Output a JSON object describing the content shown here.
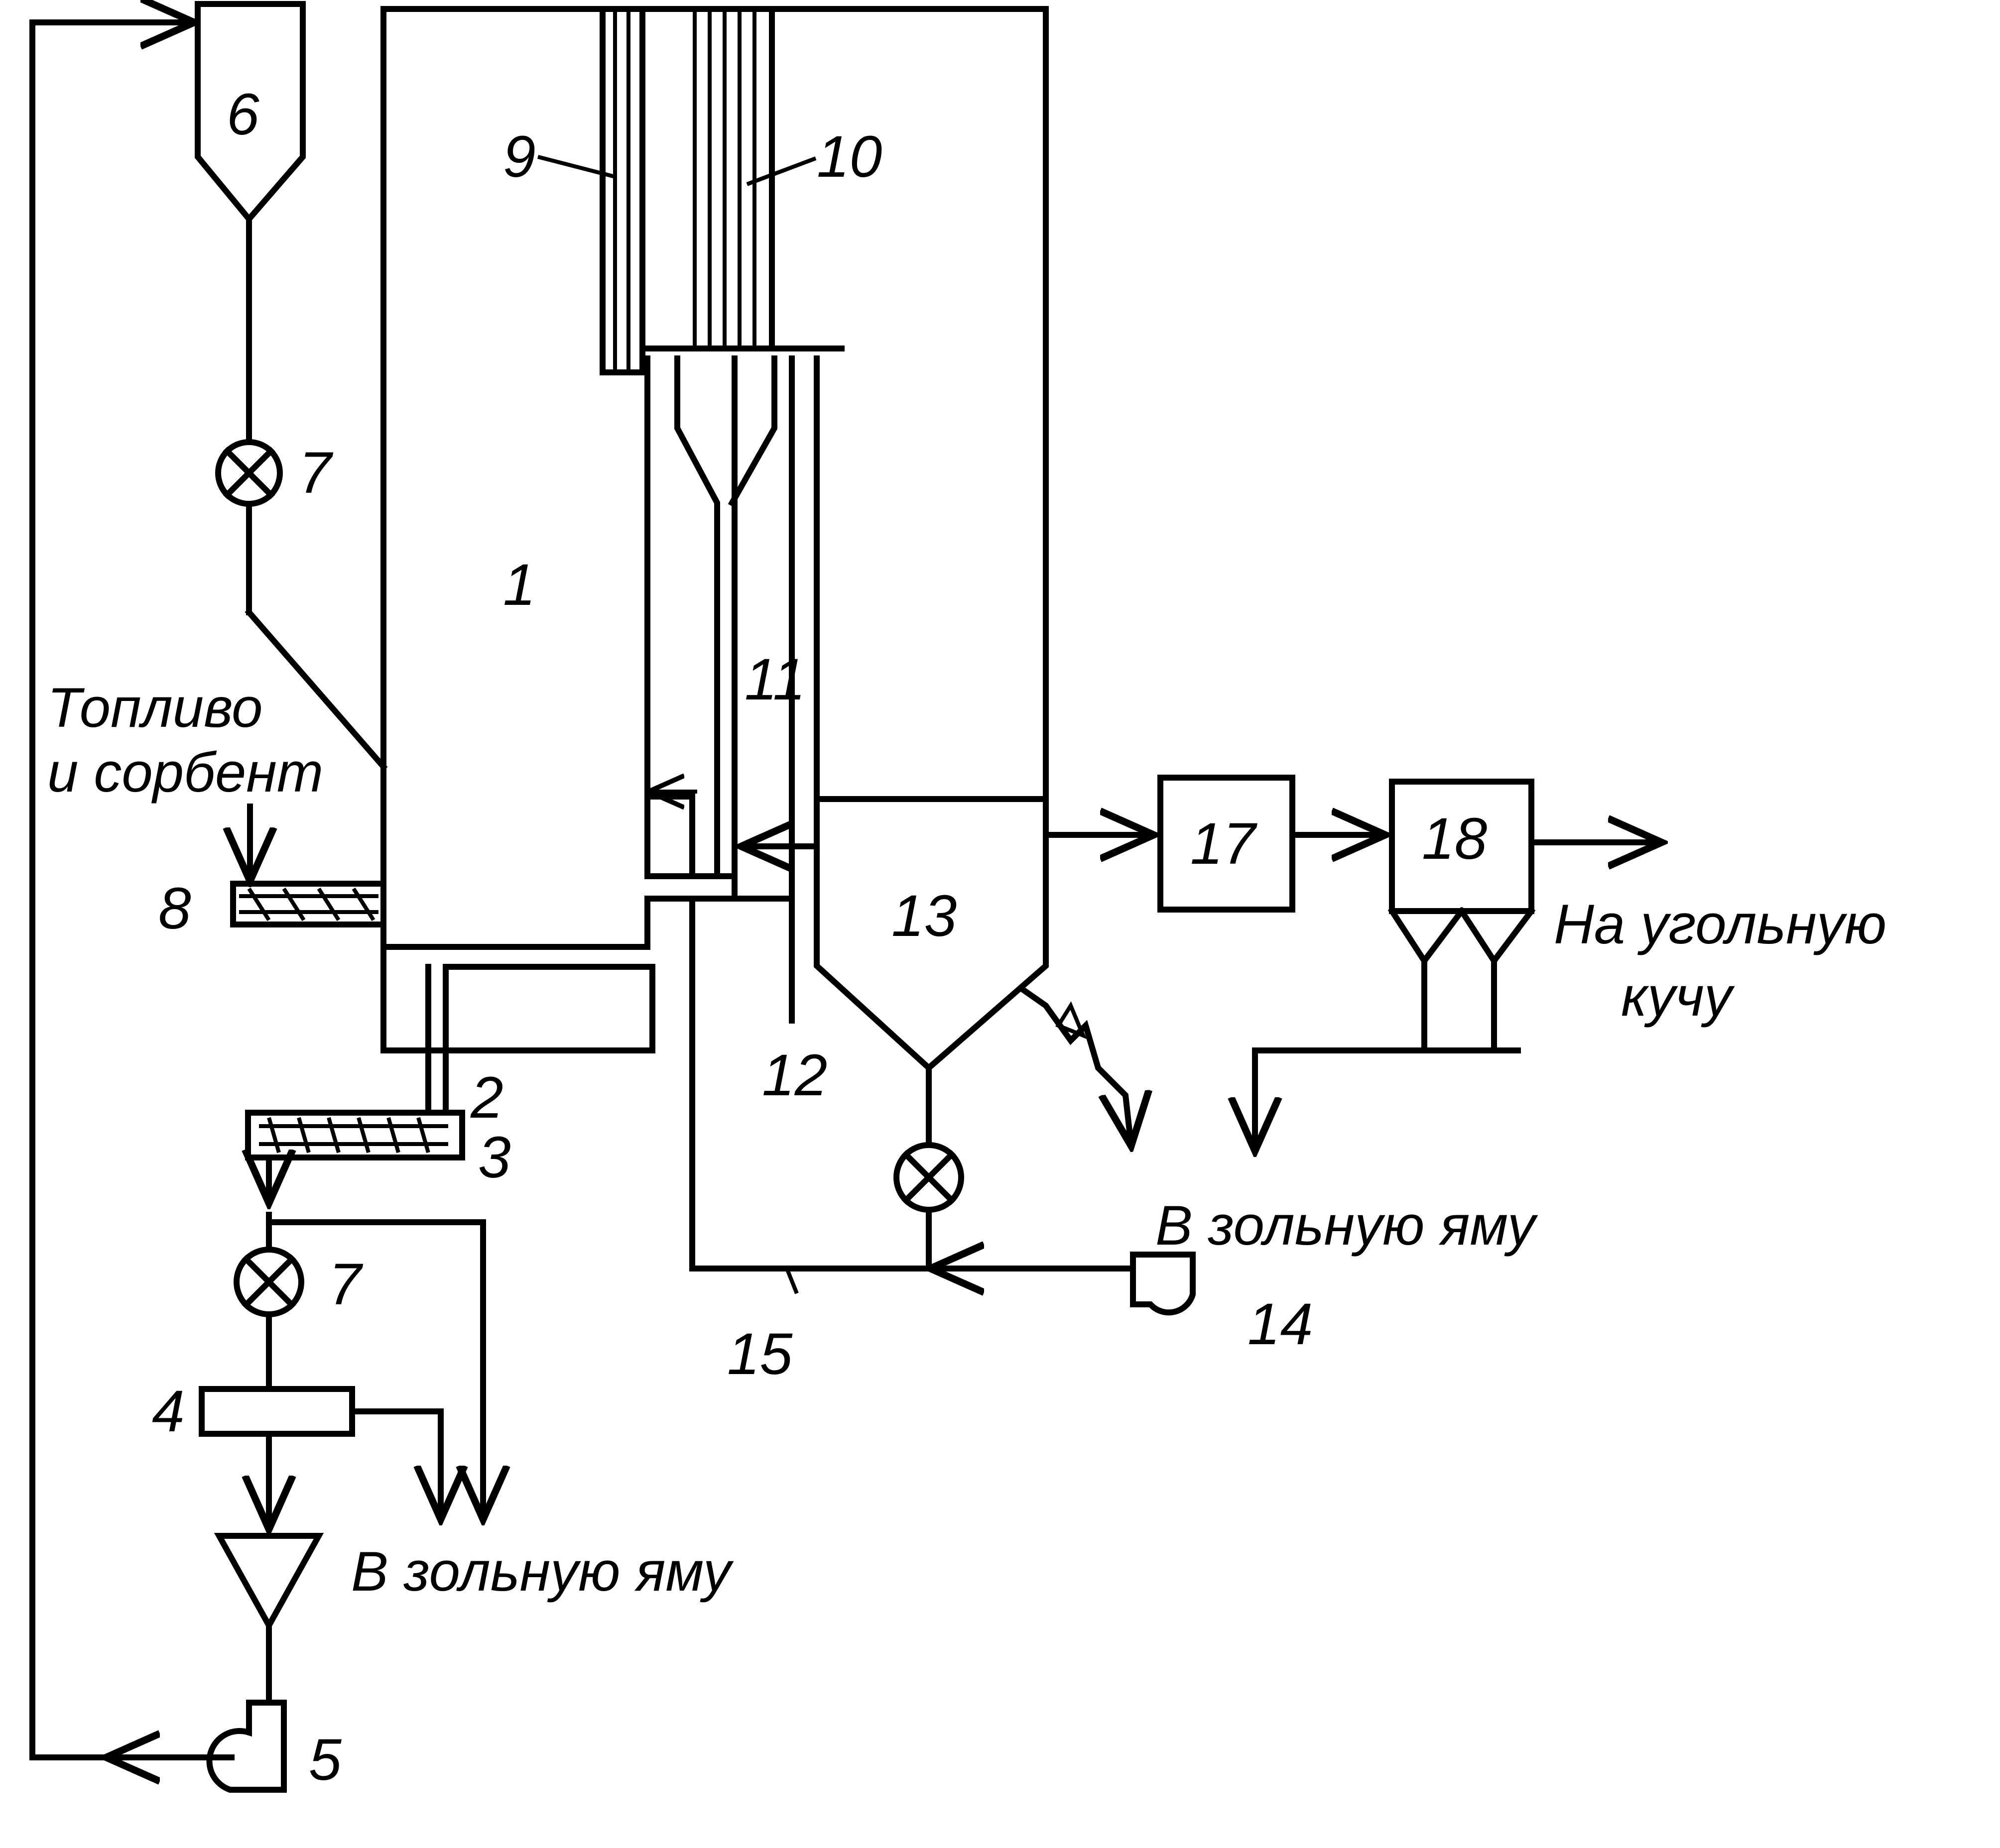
{
  "labels": {
    "n1": "1",
    "n2": "2",
    "n3": "3",
    "n4": "4",
    "n5": "5",
    "n6": "6",
    "n7a": "7",
    "n7b": "7",
    "n8": "8",
    "n9": "9",
    "n10": "10",
    "n11": "11",
    "n12": "12",
    "n13": "13",
    "n14": "14",
    "n15": "15",
    "n17": "17",
    "n18": "18"
  },
  "texts": {
    "fuel_line1": "Топливо",
    "fuel_line2": "и сорбент",
    "ash_pit_right": "В зольную яму",
    "ash_pit_left": "В зольную яму",
    "coal_line1": "На угольную",
    "coal_line2": "кучу"
  }
}
